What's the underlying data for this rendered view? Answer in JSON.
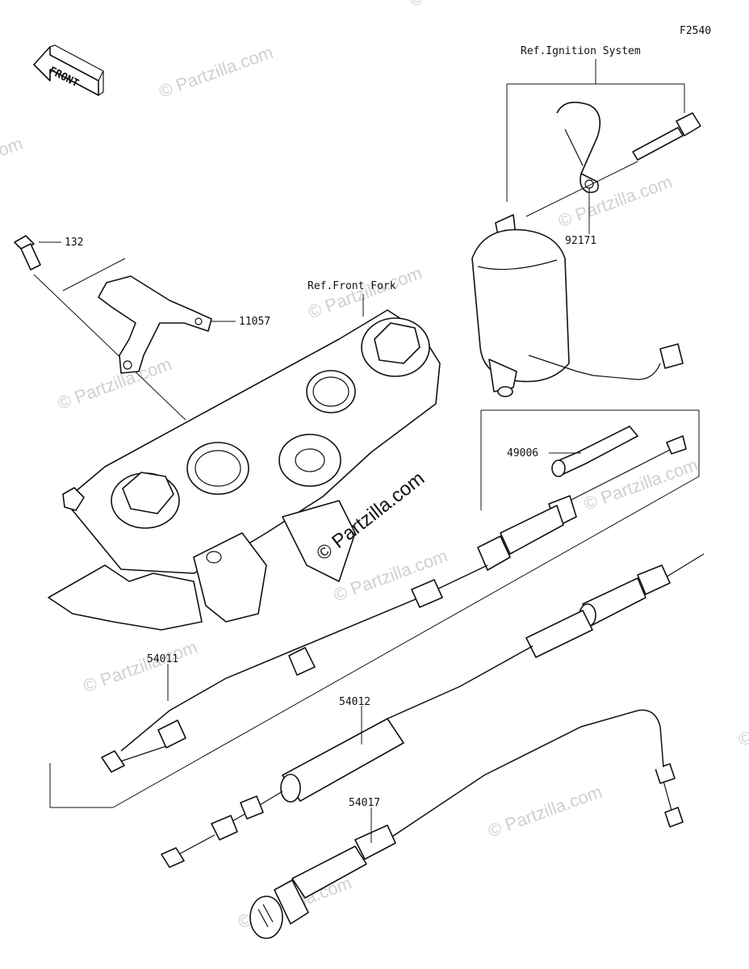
{
  "diagram": {
    "figure_code": "F2540",
    "front_label": "FRONT",
    "watermark_main": "© Partzilla.com",
    "watermark_repeat": "© Partzilla.com",
    "references": {
      "ignition": "Ref.Ignition System",
      "front_fork": "Ref.Front Fork"
    },
    "parts": {
      "p132": "132",
      "p11057": "11057",
      "p92171": "92171",
      "p49006": "49006",
      "p54011": "54011",
      "p54012": "54012",
      "p54017": "54017"
    }
  }
}
